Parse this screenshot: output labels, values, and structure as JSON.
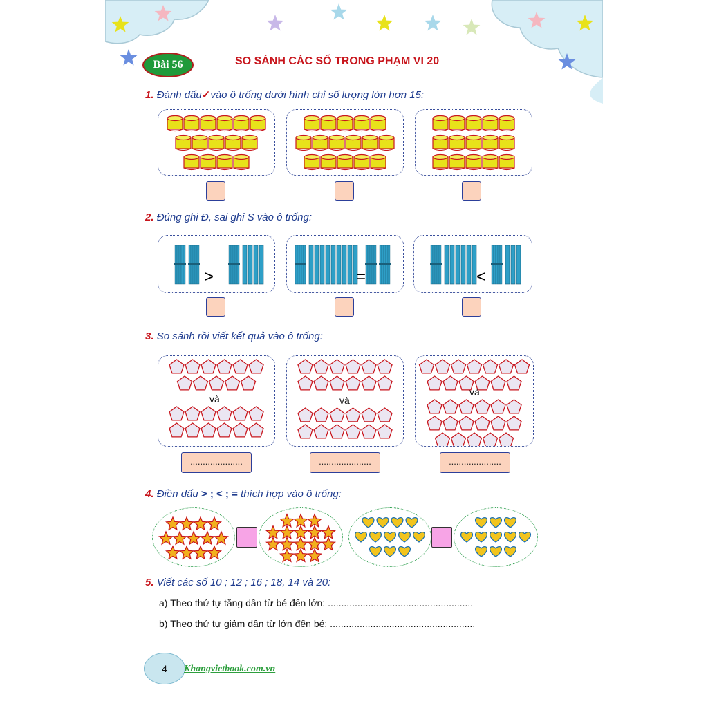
{
  "header": {
    "badge": "Bài 56",
    "title": "SO SÁNH CÁC SỐ TRONG PHẠM VI 20"
  },
  "q1": {
    "num": "1.",
    "text_before": "Đánh dấu",
    "check": "✓",
    "text_after": "vào ô trống dưới hình chỉ số lượng lớn hơn 15:"
  },
  "q2": {
    "num": "2.",
    "text": "Đúng ghi Đ, sai ghi S vào ô trống:",
    "signs": [
      ">",
      "=",
      "<"
    ]
  },
  "q3": {
    "num": "3.",
    "text": "So sánh rồi viết kết quả vào ô trống:",
    "and": "và",
    "blank": "....................."
  },
  "q4": {
    "num": "4.",
    "text_a": "Điền dấu",
    "signs": "> ; < ; =",
    "text_b": "thích hợp vào ô trống:"
  },
  "q5": {
    "num": "5.",
    "text": "Viết các số 10 ; 12 ; 16 ; 18, 14 và 20:",
    "a": "a) Theo thứ tự tăng dần từ bé đến lớn: ......................................................",
    "b": "b) Theo thứ tự giảm dần từ lớn đến bé: ......................................................"
  },
  "footer": {
    "page": "4",
    "site": "Khangvietbook.com.vn"
  },
  "colors": {
    "red": "#c8161d",
    "blue": "#1f3c8f",
    "answer_fill": "#fcd3bd",
    "drum": "#e8e21a",
    "drum_border": "#c8161d"
  }
}
